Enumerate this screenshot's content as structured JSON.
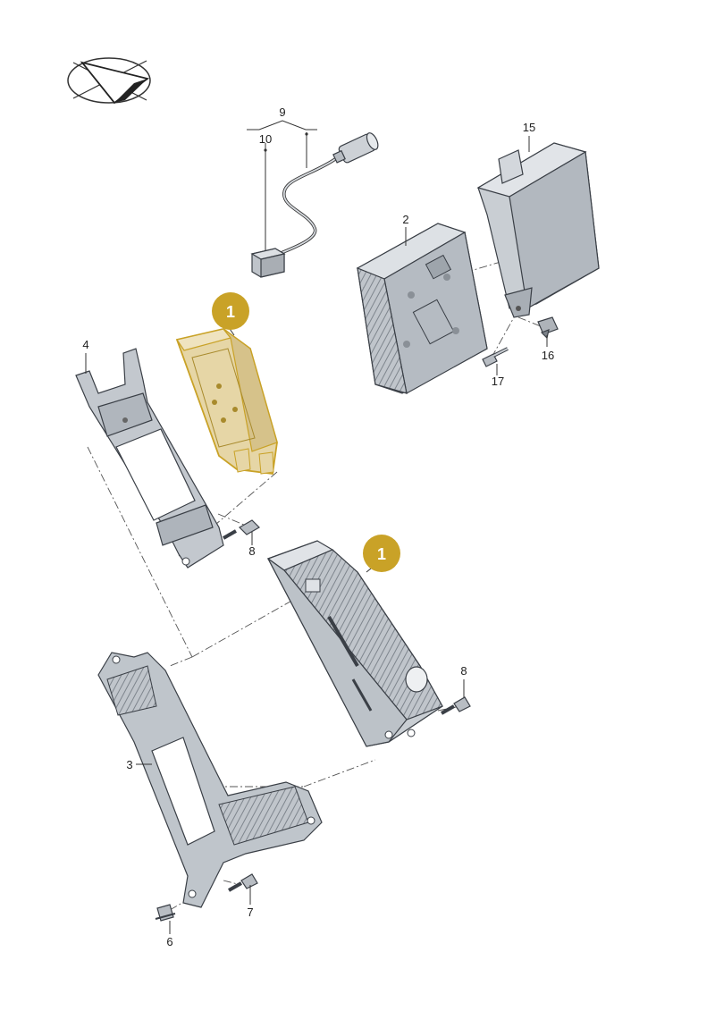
{
  "colors": {
    "highlight_fill": "#e6d6a6",
    "highlight_stroke": "#c9a227",
    "badge": "#c9a227",
    "part_fill": "#c8cdd3",
    "part_dark": "#9aa1a9",
    "line": "#333333"
  },
  "logo": {
    "icon": "paper-plane-logo-icon"
  },
  "labels": {
    "p1_top": "1",
    "p1_mid": "1",
    "p2": "2",
    "p3": "3",
    "p4": "4",
    "p6": "6",
    "p7": "7",
    "p8_upper": "8",
    "p8_lower": "8",
    "p9": "9",
    "p10": "10",
    "p15": "15",
    "p16": "16",
    "p17": "17"
  }
}
